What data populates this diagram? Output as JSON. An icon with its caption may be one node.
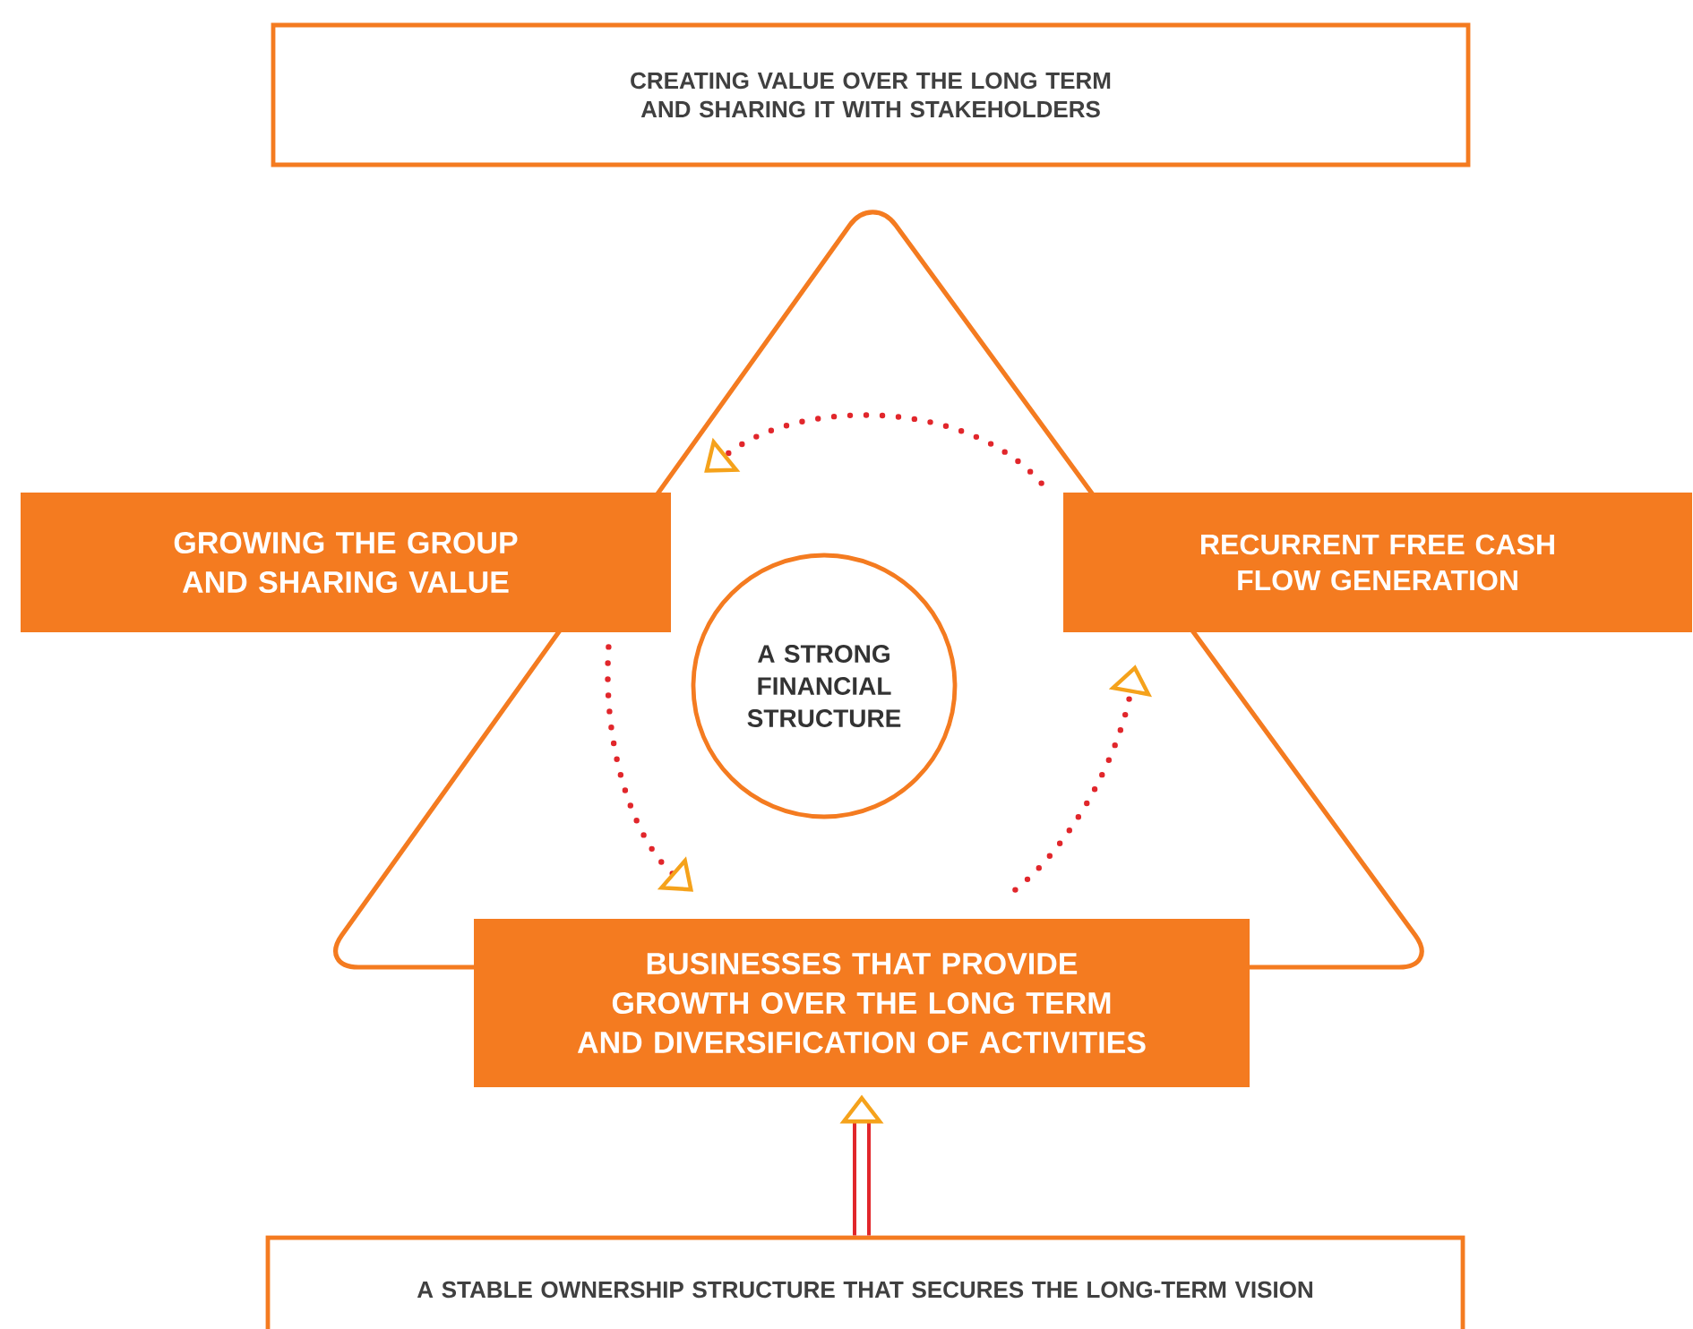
{
  "diagram": {
    "nodes": [
      {
        "text": [
          "CREATING VALUE OVER THE LONG TERM AND SHARING IT WITH STAKEHOLDERS"
        ]
      },
      {
        "text": [
          "GROWING THE GROUP AND SHARING VALUE"
        ]
      },
      {
        "text": [
          "RECURRENT FREE CASH FLOW GENERATION"
        ]
      },
      {
        "text": [
          "A STRONG FINANCIAL STRUCTURE"
        ]
      },
      {
        "text": [
          "BUSINESSES THAT PROVIDE GROWTH OVER THE LONG TERM AND DIVERSIFICATION OF ACTIVITIES"
        ]
      },
      {
        "text": [
          "A STABLE OWNERSHIP STRUCTURE THAT SECURES THE LONG-TERM VISION"
        ]
      }
    ],
    "edges": [
      {
        "from": 2,
        "to": 1,
        "arrow": "to",
        "style": "dashed"
      },
      {
        "from": 1,
        "to": 4,
        "arrow": "to",
        "style": "dashed"
      },
      {
        "from": 4,
        "to": 2,
        "arrow": "to",
        "style": "dashed"
      },
      {
        "from": 5,
        "to": 4,
        "arrow": "to",
        "style": "thick"
      }
    ]
  }
}
